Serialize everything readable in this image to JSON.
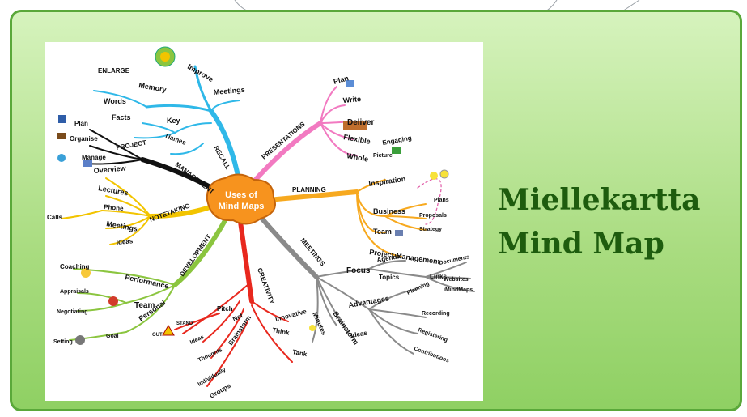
{
  "slide": {
    "title_line1": "Miellekartta",
    "title_line2": "Mind Map"
  },
  "mindmap": {
    "center_line1": "Uses of",
    "center_line2": "Mind Maps",
    "labels": [
      {
        "key": "enlarge",
        "text": "ENLARGE"
      },
      {
        "key": "improve",
        "text": "Improve"
      },
      {
        "key": "memory",
        "text": "Memory"
      },
      {
        "key": "meetings_recall",
        "text": "Meetings"
      },
      {
        "key": "words",
        "text": "Words"
      },
      {
        "key": "facts",
        "text": "Facts"
      },
      {
        "key": "key",
        "text": "Key"
      },
      {
        "key": "names",
        "text": "Names"
      },
      {
        "key": "recall",
        "text": "RECALL"
      },
      {
        "key": "plan_pm",
        "text": "Plan"
      },
      {
        "key": "organise",
        "text": "Organise"
      },
      {
        "key": "manage",
        "text": "Manage"
      },
      {
        "key": "project",
        "text": "PROJECT"
      },
      {
        "key": "management",
        "text": "MANAGEMENT"
      },
      {
        "key": "overview",
        "text": "Overview"
      },
      {
        "key": "lectures",
        "text": "Lectures"
      },
      {
        "key": "calls",
        "text": "Calls"
      },
      {
        "key": "phone",
        "text": "Phone"
      },
      {
        "key": "meetings_note",
        "text": "Meetings"
      },
      {
        "key": "ideas_note",
        "text": "Ideas"
      },
      {
        "key": "notetaking",
        "text": "NOTETAKING"
      },
      {
        "key": "coaching",
        "text": "Coaching"
      },
      {
        "key": "performance",
        "text": "Performance"
      },
      {
        "key": "appraisals",
        "text": "Appraisals"
      },
      {
        "key": "team_dev",
        "text": "Team"
      },
      {
        "key": "negotiating",
        "text": "Negotiating"
      },
      {
        "key": "personal",
        "text": "Personal"
      },
      {
        "key": "setting",
        "text": "Setting"
      },
      {
        "key": "goal",
        "text": "Goal"
      },
      {
        "key": "development",
        "text": "DEVELOPMENT"
      },
      {
        "key": "out",
        "text": "OUT"
      },
      {
        "key": "stand",
        "text": "STAND"
      },
      {
        "key": "pitch",
        "text": "Pitch"
      },
      {
        "key": "net",
        "text": "Net"
      },
      {
        "key": "ideas_cre",
        "text": "Ideas"
      },
      {
        "key": "thoughts",
        "text": "Thoughts"
      },
      {
        "key": "brainstorm_cre",
        "text": "Brainstorm"
      },
      {
        "key": "individually",
        "text": "Individually"
      },
      {
        "key": "groups",
        "text": "Groups"
      },
      {
        "key": "creativity",
        "text": "CREATIVITY"
      },
      {
        "key": "innovative",
        "text": "Innovative"
      },
      {
        "key": "think",
        "text": "Think"
      },
      {
        "key": "tank",
        "text": "Tank"
      },
      {
        "key": "presentations",
        "text": "PRESENTATIONS"
      },
      {
        "key": "plan_pres",
        "text": "Plan"
      },
      {
        "key": "write",
        "text": "Write"
      },
      {
        "key": "deliver",
        "text": "Deliver"
      },
      {
        "key": "flexible",
        "text": "Flexible"
      },
      {
        "key": "engaging",
        "text": "Engaging"
      },
      {
        "key": "whole",
        "text": "Whole"
      },
      {
        "key": "picture",
        "text": "Picture"
      },
      {
        "key": "planning",
        "text": "PLANNING"
      },
      {
        "key": "inspiration",
        "text": "Inspiration"
      },
      {
        "key": "business",
        "text": "Business"
      },
      {
        "key": "plans",
        "text": "Plans"
      },
      {
        "key": "proposals",
        "text": "Proposals"
      },
      {
        "key": "strategy",
        "text": "Strategy"
      },
      {
        "key": "team_plan",
        "text": "Team"
      },
      {
        "key": "project_management",
        "text": "Project Management"
      },
      {
        "key": "meetings_main",
        "text": "MEETINGS"
      },
      {
        "key": "focus",
        "text": "Focus"
      },
      {
        "key": "agenda",
        "text": "Agenda"
      },
      {
        "key": "topics",
        "text": "Topics"
      },
      {
        "key": "links",
        "text": "Links"
      },
      {
        "key": "documents",
        "text": "Documents"
      },
      {
        "key": "websites",
        "text": "Websites"
      },
      {
        "key": "imindmaps",
        "text": "iMindMaps"
      },
      {
        "key": "advantages",
        "text": "Advantages"
      },
      {
        "key": "planning_adv",
        "text": "Planning"
      },
      {
        "key": "recording",
        "text": "Recording"
      },
      {
        "key": "registering",
        "text": "Registering"
      },
      {
        "key": "contributions",
        "text": "Contributions"
      },
      {
        "key": "brainstorm_meet",
        "text": "Brainstorm"
      },
      {
        "key": "minutes",
        "text": "Minutes"
      },
      {
        "key": "ideas_meet",
        "text": "Ideas"
      }
    ]
  }
}
